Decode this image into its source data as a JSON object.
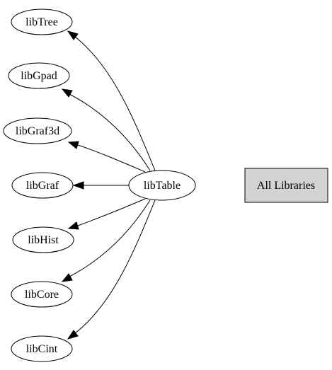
{
  "diagram": {
    "center_node": "libTable",
    "dependencies": [
      "libTree",
      "libGpad",
      "libGraf3d",
      "libGraf",
      "libHist",
      "libCore",
      "libCint"
    ],
    "all_libraries_button": "All Libraries",
    "all_libraries_fill": "#d3d3d3"
  }
}
